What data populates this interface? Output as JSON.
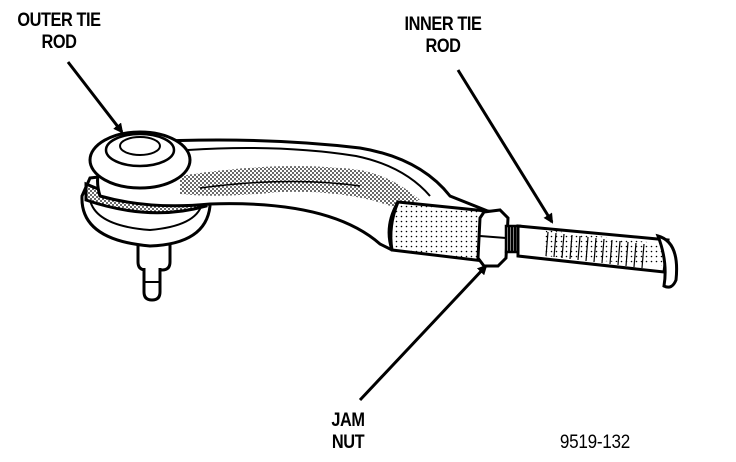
{
  "labels": {
    "outer_tie_rod": [
      "OUTER TIE",
      "ROD"
    ],
    "inner_tie_rod": [
      "INNER TIE",
      "ROD"
    ],
    "jam_nut": [
      "JAM",
      "NUT"
    ]
  },
  "figure_number": "9519-132"
}
